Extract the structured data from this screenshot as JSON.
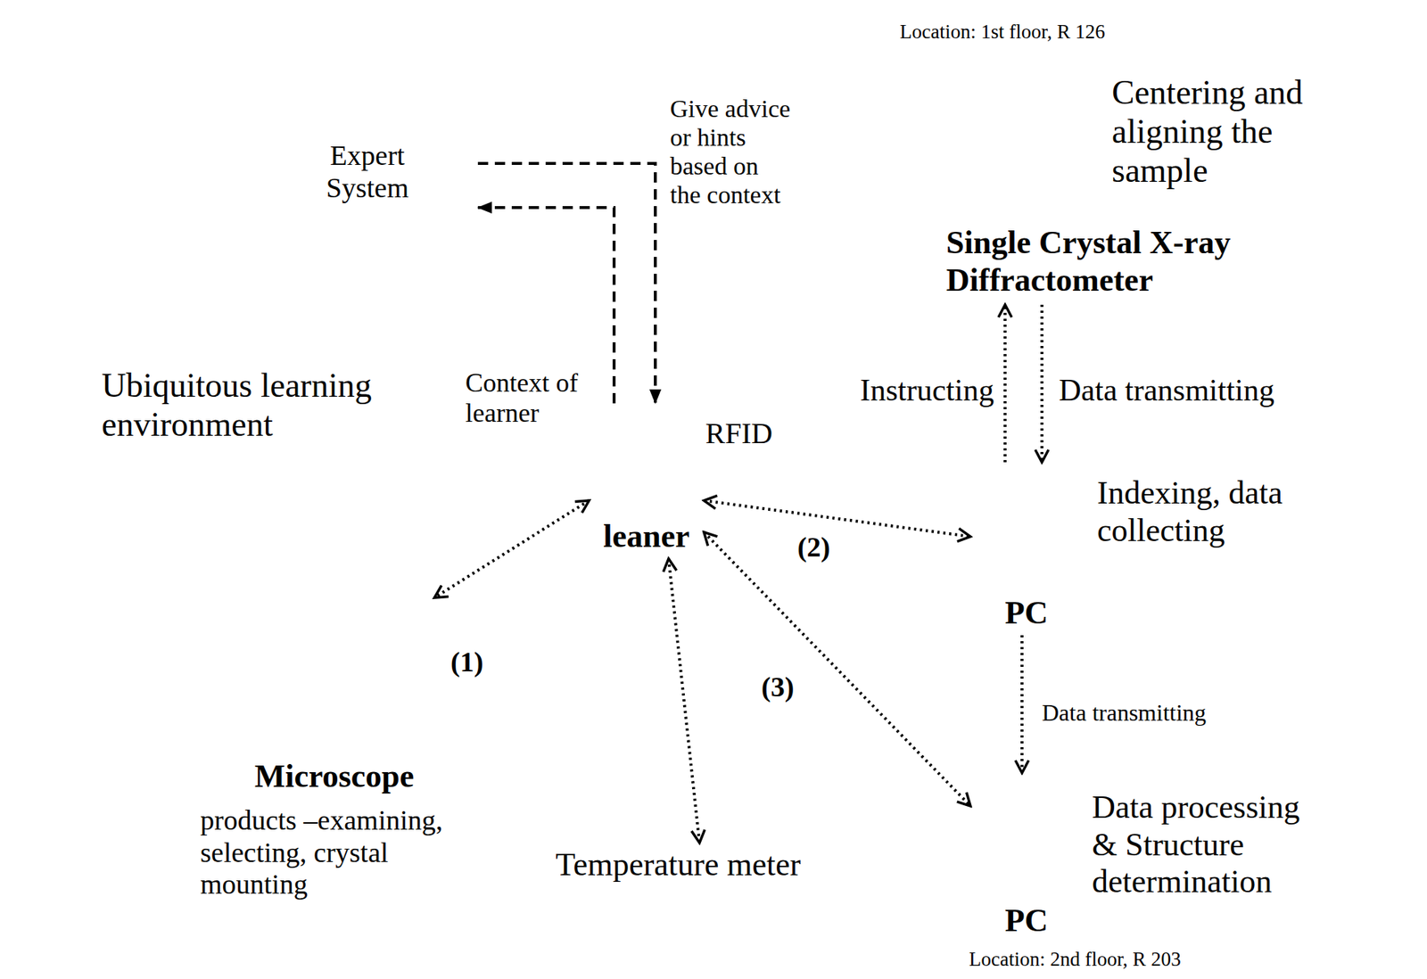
{
  "diagram": {
    "nodes": [
      {
        "text": [
          "Ubiquitous learning environment"
        ]
      },
      {
        "text": [
          "Expert System"
        ],
        "in": 0
      },
      {
        "text": [
          "leaner"
        ],
        "in": 0
      },
      {
        "text": [
          "products –examining, selecting, crystal mounting"
        ]
      },
      {
        "text": [
          "Microscope"
        ],
        "in": 3
      },
      {
        "text": [
          "Temperature meter"
        ]
      },
      {
        "text": [
          "Location: 1st floor, R 126"
        ]
      },
      {
        "text": [
          "Centering and aligning the sample",
          "Single Crystal X-ray Diffractometer"
        ],
        "in": 6
      },
      {
        "text": [
          "Indexing, data collecting",
          "PC"
        ],
        "in": 6
      },
      {
        "text": [
          "Location: 2nd floor, R 203"
        ]
      },
      {
        "text": [
          "Data processing & Structure determination",
          "PC"
        ],
        "in": 9
      }
    ],
    "edges": [
      {
        "from": 2,
        "to": 1,
        "label": "Context of learner",
        "arrow": "to"
      },
      {
        "from": 1,
        "to": 2,
        "label": "Give advice or hints based on the context",
        "arrow": "to"
      },
      {
        "from": 2,
        "to": 4,
        "arrow": "both"
      },
      {
        "from": 2,
        "to": 8,
        "arrow": "both"
      },
      {
        "from": 2,
        "to": 10,
        "arrow": "both"
      },
      {
        "from": 2,
        "to": 5,
        "arrow": "both"
      },
      {
        "from": 8,
        "to": 7,
        "label": "Instructing",
        "arrow": "to"
      },
      {
        "from": 7,
        "to": 8,
        "label": "Data transmitting",
        "arrow": "to"
      },
      {
        "from": 8,
        "to": 10,
        "label": "Data transmitting",
        "arrow": "to"
      }
    ],
    "labels": [
      "RFID",
      "(1)",
      "(2)",
      "(3)"
    ]
  }
}
